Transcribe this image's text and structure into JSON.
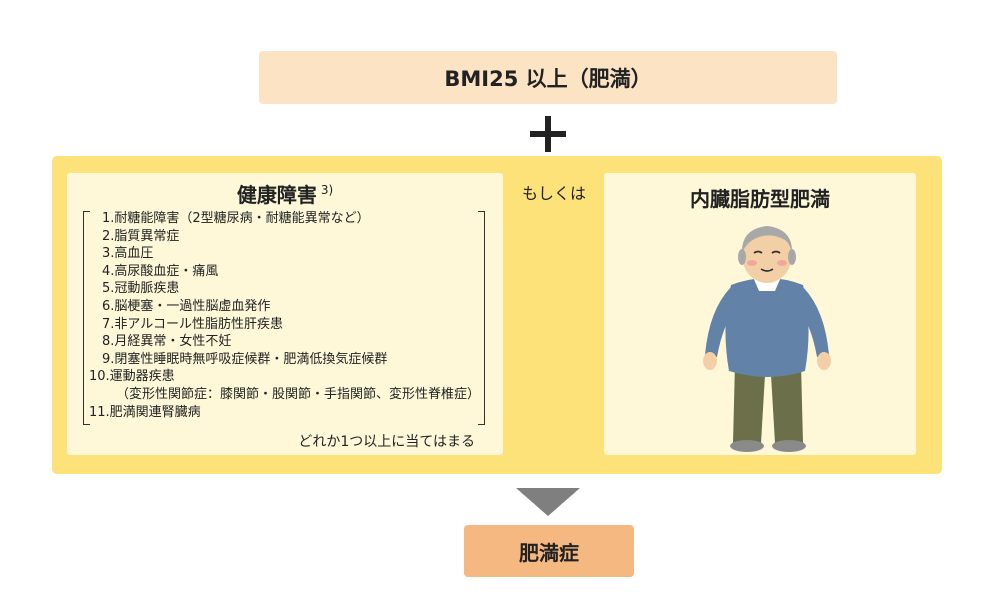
{
  "top_box": {
    "text": "BMI25 以上（肥満）"
  },
  "health": {
    "title": "健康障害",
    "footnote": "3)",
    "items": [
      "1.耐糖能障害（2型糖尿病・耐糖能異常など）",
      "2.脂質異常症",
      "3.高血圧",
      "4.高尿酸血症・痛風",
      "5.冠動脈疾患",
      "6.脳梗塞・一過性脳虚血発作",
      "7.非アルコール性脂肪性肝疾患",
      "8.月経異常・女性不妊",
      "9.閉塞性睡眠時無呼吸症候群・肥満低換気症候群",
      "10.運動器疾患",
      "（変形性関節症：膝関節・股関節・手指関節、変形性脊椎症）",
      "11.肥満関連腎臓病"
    ],
    "note": "どれか1つ以上に当てはまる"
  },
  "or_label": "もしくは",
  "visceral": {
    "title": "内臓脂肪型肥満"
  },
  "result": {
    "text": "肥満症"
  },
  "colors": {
    "top_box": "#fbe3c4",
    "frame": "#fde27a",
    "panel": "#fef8d9",
    "result": "#f5b880",
    "arrow": "#7f7f7f"
  }
}
